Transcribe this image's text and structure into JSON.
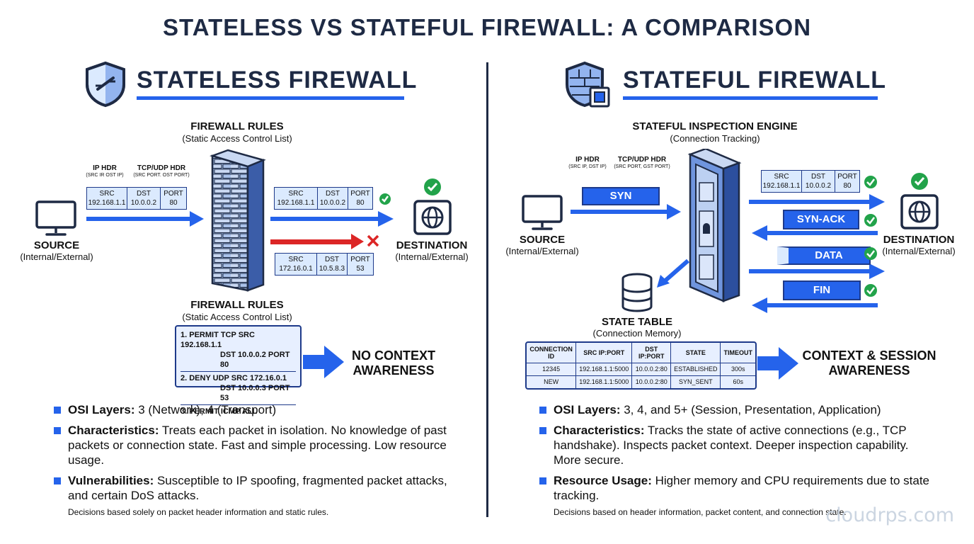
{
  "title": "STATELESS VS STATEFUL FIREWALL: A COMPARISON",
  "colors": {
    "accent": "#2563eb",
    "navy": "#1e2a44",
    "allow": "#22a34a",
    "deny": "#dc2626",
    "light_fill": "#dbeafe"
  },
  "stateless": {
    "heading": "STATELESS FIREWALL",
    "icon": "shield-slash-icon",
    "rules_top": {
      "title": "FIREWALL RULES",
      "subtitle": "(Static Access Control List)"
    },
    "ip_hdr": {
      "label": "IP HDR",
      "sub": "(SRC IR OST IP)"
    },
    "tcp_hdr": {
      "label": "TCP/UDP HDR",
      "sub": "(SRC PORT. OST PORT)"
    },
    "packet_in": [
      {
        "label": "SRC",
        "value": "192.168.1.1"
      },
      {
        "label": "DST",
        "value": "10.0.0.2"
      },
      {
        "label": "PORT",
        "value": "80"
      }
    ],
    "packet_allowed": [
      {
        "label": "SRC",
        "value": "192.168.1.1"
      },
      {
        "label": "DST",
        "value": "10.0.0.2"
      },
      {
        "label": "PORT",
        "value": "80"
      }
    ],
    "packet_denied": [
      {
        "label": "SRC",
        "value": "172.16.0.1"
      },
      {
        "label": "DST",
        "value": "10.5.8.3"
      },
      {
        "label": "PORT",
        "value": "53"
      }
    ],
    "source": {
      "label": "SOURCE",
      "sub": "(Internal/External)"
    },
    "destination": {
      "label": "DESTINATION",
      "sub": "(Internal/External)"
    },
    "rules_bottom": {
      "title": "FIREWALL RULES",
      "subtitle": "(Static Access Control List)"
    },
    "rules": [
      {
        "line1": "1. PERMIT TCP SRC 192.168.1.1",
        "line2": "DST 10.0.0.2 PORT 80"
      },
      {
        "line1": "2. DENY UDP SRC 172.16.0.1",
        "line2": "DST 10.0.0.3 PORT 53"
      },
      {
        "line1": "3. PERMIT ICMP ALL",
        "line2": ""
      }
    ],
    "outcome": {
      "line1": "NO CONTEXT",
      "line2": "AWARENESS"
    },
    "bullets": [
      {
        "label": "OSI Layers:",
        "text": " 3 (Network), 4 (Transport)"
      },
      {
        "label": "Characteristics:",
        "text": " Treats each packet in isolation. No knowledge of past packets or connection state. Fast and simple processing. Low resource usage."
      },
      {
        "label": "Vulnerabilities:",
        "text": " Susceptible to IP spoofing, fragmented packet attacks, and certain DoS attacks."
      }
    ],
    "footnote": "Decisions based solely on packet header information and static rules."
  },
  "stateful": {
    "heading": "STATEFUL FIREWALL",
    "icon": "shield-chip-icon",
    "engine": {
      "title": "STATEFUL INSPECTION ENGINE",
      "subtitle": "(Connection Tracking)"
    },
    "ip_hdr": {
      "label": "IP HDR",
      "sub": "(SRC IP, DST IP)"
    },
    "tcp_hdr": {
      "label": "TCP/UDP HDR",
      "sub": "(SRC PORT, GST PORT)"
    },
    "syn_packet": "SYN",
    "packet_out": [
      {
        "label": "SRC",
        "value": "192.168.1.1"
      },
      {
        "label": "DST",
        "value": "10.0.0.2"
      },
      {
        "label": "PORT",
        "value": "80"
      }
    ],
    "flows": [
      "SYN-ACK",
      "DATA",
      "FIN"
    ],
    "source": {
      "label": "SOURCE",
      "sub": "(Internal/External)"
    },
    "destination": {
      "label": "DESTINATION",
      "sub": "(Internal/External)"
    },
    "state_table": {
      "title": "STATE TABLE",
      "subtitle": "(Connection Memory)"
    },
    "conn_table": {
      "headers": [
        "CONNECTION ID",
        "SRC IP:PORT",
        "DST IP:PORT",
        "STATE",
        "TIMEOUT"
      ],
      "rows": [
        [
          "12345",
          "192.168.1.1:5000",
          "10.0.0.2:80",
          "ESTABLISHED",
          "300s"
        ],
        [
          "NEW",
          "192.168.1.1:5000",
          "10.0.0.2:80",
          "SYN_SENT",
          "60s"
        ]
      ]
    },
    "outcome": {
      "line1": "CONTEXT & SESSION",
      "line2": "AWARENESS"
    },
    "bullets": [
      {
        "label": "OSI Layers:",
        "text": " 3, 4, and 5+ (Session, Presentation, Application)"
      },
      {
        "label": "Characteristics:",
        "text": " Tracks the state of active connections (e.g., TCP handshake). Inspects packet context. Deeper inspection capability. More secure."
      },
      {
        "label": "Resource Usage:",
        "text": " Higher memory and CPU requirements due to state tracking."
      }
    ],
    "footnote": "Decisions based on header information, packet content, and connection state."
  },
  "watermark": "cloudrps.com"
}
